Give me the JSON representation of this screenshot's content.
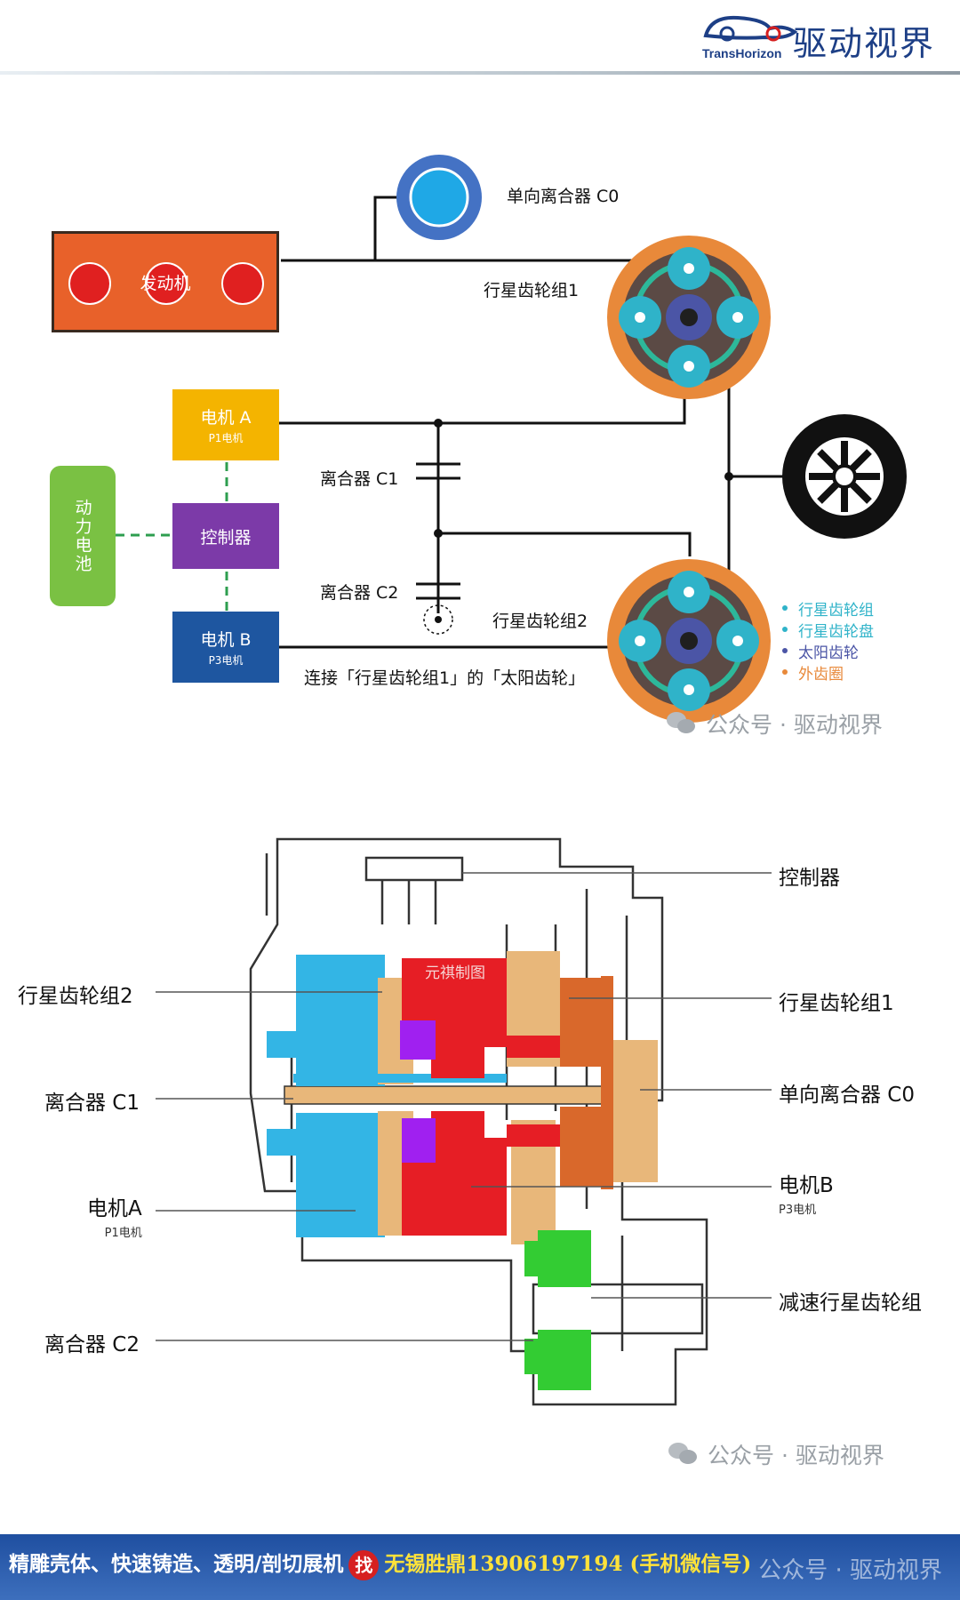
{
  "header": {
    "brand_cn": "驱动视界",
    "brand_en": "TransHorizon"
  },
  "schematic": {
    "engine_label": "发动机",
    "one_way_clutch_label": "单向离合器 C0",
    "planetary_set_1_label": "行星齿轮组1",
    "planetary_set_2_label": "行星齿轮组2",
    "motor_a": {
      "title": "电机 A",
      "sub": "P1电机"
    },
    "controller": "控制器",
    "motor_b": {
      "title": "电机 B",
      "sub": "P3电机"
    },
    "battery": "动力电池",
    "clutch_c1": "离合器 C1",
    "clutch_c2": "离合器 C2",
    "connection_note": "连接「行星齿轮组1」的「太阳齿轮」",
    "legend": [
      {
        "label": "行星齿轮组",
        "color": "#2fb3c9"
      },
      {
        "label": "行星齿轮盘",
        "color": "#2fb3c9"
      },
      {
        "label": "太阳齿轮",
        "color": "#4b55a6"
      },
      {
        "label": "外齿圈",
        "color": "#e8893a"
      }
    ],
    "watermark": "公众号 · 驱动视界"
  },
  "cutaway": {
    "labels_right": {
      "controller": "控制器",
      "planetary_set_1": "行星齿轮组1",
      "one_way_clutch": "单向离合器 C0",
      "motor_b": "电机B",
      "motor_b_sub": "P3电机",
      "reduction_set": "减速行星齿轮组"
    },
    "labels_left": {
      "planetary_set_2": "行星齿轮组2",
      "clutch_c1": "离合器 C1",
      "motor_a": "电机A",
      "motor_a_sub": "P1电机",
      "clutch_c2": "离合器 C2"
    },
    "inner_mark": "元祺制图",
    "watermark": "公众号 · 驱动视界"
  },
  "footer": {
    "ad_text": "精雕壳体、快速铸造、透明/剖切展机",
    "badge": "找",
    "contact": "无锡胜鼎13906197194 (手机微信号)",
    "watermark": "公众号 · 驱动视界"
  },
  "colors": {
    "engine": "#e8612a",
    "motor_a": "#f4b400",
    "controller": "#7c3aa8",
    "motor_b": "#1e56a0",
    "battery": "#7ac143",
    "ring_gear": "#e8893a",
    "planet": "#2fb3c9",
    "sun": "#4b55a6",
    "cut_blue": "#33b5e5",
    "cut_red": "#e61e25",
    "cut_tan": "#e8b77a",
    "cut_purple": "#a020f0",
    "cut_green": "#33cc33",
    "cut_orange": "#d9682b"
  },
  "icons": [
    "wheel-icon",
    "one-way-clutch-icon",
    "wechat-icon",
    "brand-logo-icon"
  ]
}
